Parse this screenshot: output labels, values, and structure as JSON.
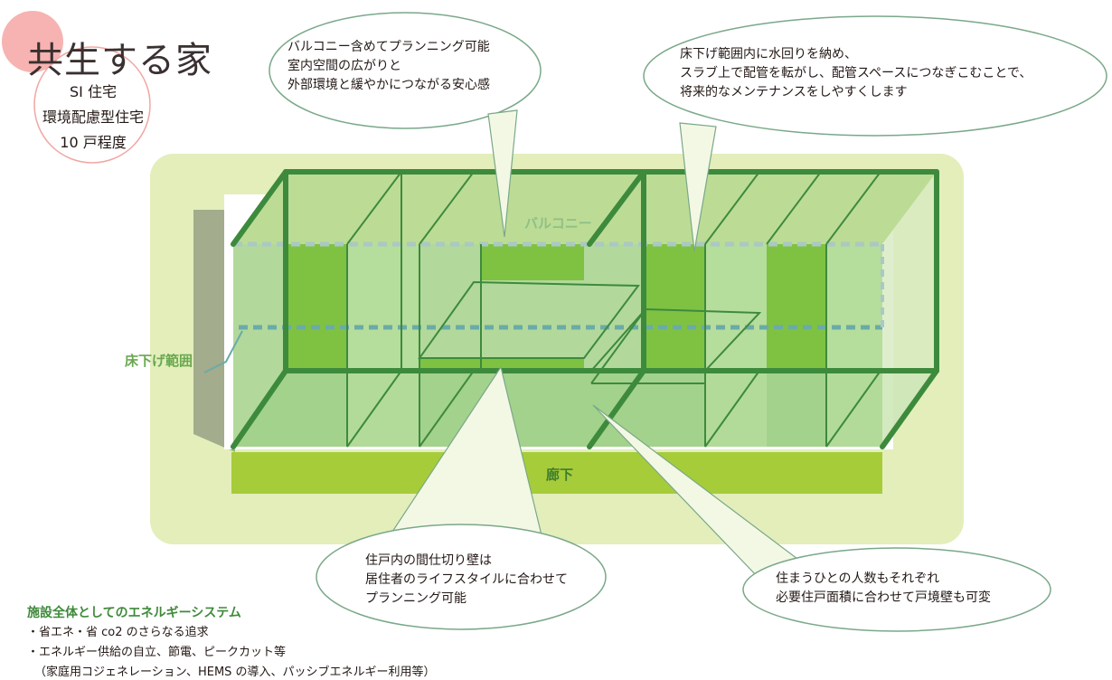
{
  "header": {
    "title": "共生する家",
    "taglines": [
      "SI 住宅",
      "環境配慮型住宅",
      "10 戸程度"
    ]
  },
  "callouts": {
    "balcony_planning": [
      "バルコニー含めてプランニング可能",
      "室内空間の広がりと",
      "外部環境と緩やかにつながる安心感"
    ],
    "plumbing": [
      "床下げ範囲内に水回りを納め、",
      "スラブ上で配管を転がし、配管スペースにつなぎこむことで、",
      "将来的なメンテナンスをしやすくします"
    ],
    "partition": [
      "住戸内の間仕切り壁は",
      "居住者のライフスタイルに合わせて",
      "プランニング可能"
    ],
    "unit_size": [
      "住まうひとの人数もそれぞれ",
      "必要住戸面積に合わせて戸境壁も可変"
    ]
  },
  "diagram_labels": {
    "floor_drop": "床下げ範囲",
    "balcony": "バルコニー",
    "corridor": "廊下"
  },
  "energy_system": {
    "title": "施設全体としてのエネルギーシステム",
    "items": [
      "・省エネ・省 co2 のさらなる追求",
      "・エネルギー供給の自立、節電、ピークカット等",
      "（家庭用コジェネレーション、HEMS の導入、パッシブエネルギー利用等）"
    ]
  },
  "colors": {
    "accent_pink": "#f4a6a3",
    "frame_green": "#3d8a3d",
    "site_green": "#e2edb4",
    "floor_green": "#8cc63f",
    "corridor_green": "#a5cc3a"
  }
}
